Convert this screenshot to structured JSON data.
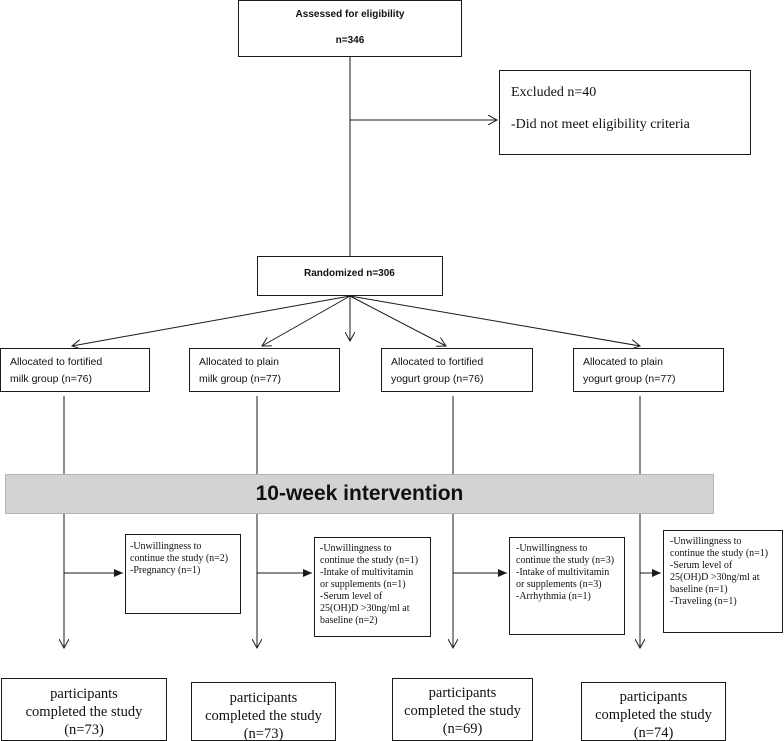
{
  "eligibility": {
    "title": "Assessed for eligibility",
    "count": "n=346"
  },
  "excluded": {
    "title": "Excluded n=40",
    "reason": "-Did not meet eligibility criteria"
  },
  "randomized": {
    "label": "Randomized n=306"
  },
  "allocations": [
    {
      "line1": "Allocated to fortified",
      "line2": "milk group (n=76)"
    },
    {
      "line1": "Allocated to plain",
      "line2": "milk group (n=77)"
    },
    {
      "line1": "Allocated to fortified",
      "line2": "yogurt group (n=76)"
    },
    {
      "line1": "Allocated to plain",
      "line2": "yogurt group (n=77)"
    }
  ],
  "intervention": {
    "label": "10-week intervention"
  },
  "dropouts": [
    {
      "lines": [
        "-Unwillingness to",
        "continue the study (n=2)",
        "-Pregnancy (n=1)"
      ]
    },
    {
      "lines": [
        "-Unwillingness to",
        "continue the study (n=1)",
        "-Intake of multivitamin",
        "or supplements (n=1)",
        "-Serum level of",
        "25(OH)D >30ng/ml at",
        "baseline (n=2)"
      ]
    },
    {
      "lines": [
        "-Unwillingness to",
        "continue the study (n=3)",
        "-Intake of multivitamin",
        "or supplements (n=3)",
        "-Arrhythmia (n=1)"
      ]
    },
    {
      "lines": [
        "-Unwillingness to",
        "continue the study (n=1)",
        "-Serum level of",
        "25(OH)D >30ng/ml at",
        "baseline (n=1)",
        "-Traveling (n=1)"
      ]
    }
  ],
  "completed": [
    {
      "line1": "participants",
      "line2": "completed the study",
      "count": "(n=73)"
    },
    {
      "line1": "participants",
      "line2": "completed the study",
      "count": "(n=73)"
    },
    {
      "line1": "participants",
      "line2": "completed the study",
      "count": "(n=69)"
    },
    {
      "line1": "participants",
      "line2": "completed the study",
      "count": "(n=74)"
    }
  ]
}
